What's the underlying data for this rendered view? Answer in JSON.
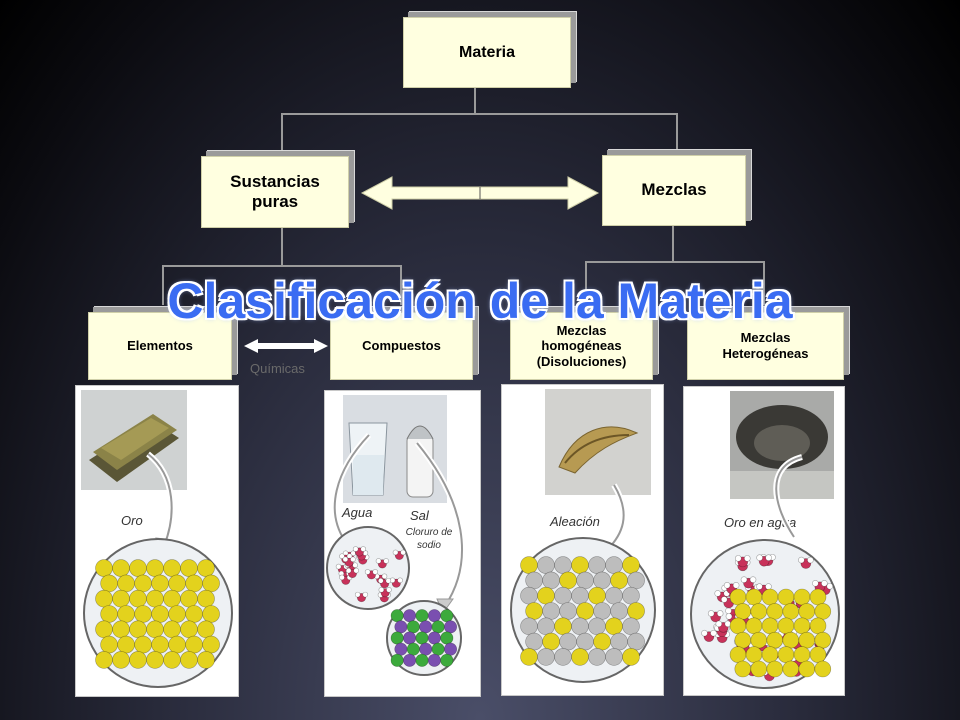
{
  "diagram": {
    "root": "Materia",
    "level1": {
      "left": "Sustancias puras",
      "right": "Mezclas"
    },
    "level2": {
      "elementos": "Elementos",
      "compuestos": "Compuestos",
      "link_label": "Químicas",
      "homogeneas": "Mezclas homogéneas (Disoluciones)",
      "heterogeneas": "Mezclas Heterogéneas"
    },
    "title": "Clasificación de la Materia"
  },
  "panels": {
    "oro": {
      "label": "Oro"
    },
    "compuestos": {
      "agua": "Agua",
      "sal": "Sal",
      "sal_sub": "Cloruro de sodio"
    },
    "aleacion": {
      "label": "Aleación"
    },
    "oro_agua": {
      "label": "Oro en agua"
    }
  },
  "colors": {
    "box_fill": "#ffffe0",
    "title": "#3a6cf2",
    "gold_atom": "#e3d21d",
    "silver_atom": "#bdbdbd",
    "oxygen": "#c8325a",
    "chlorine": "#3caa3c",
    "sodium": "#7a4fb0"
  }
}
